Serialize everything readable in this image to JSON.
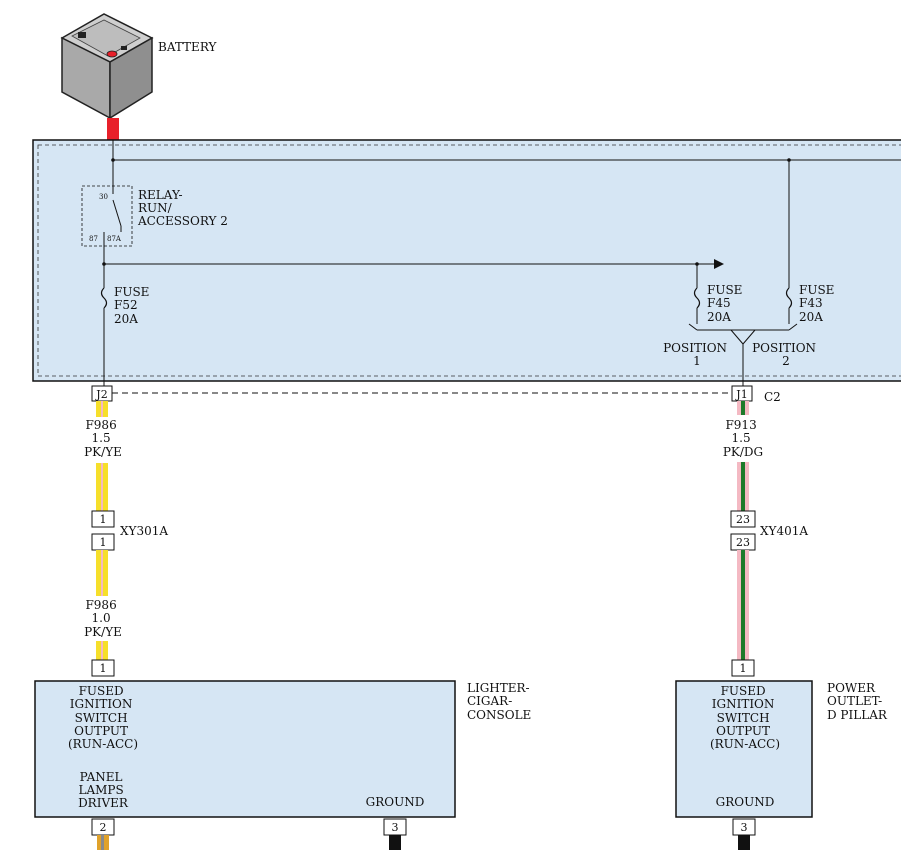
{
  "battery": {
    "label": "BATTERY"
  },
  "relay": {
    "lines": [
      "RELAY-",
      "RUN/",
      "ACCESSORY 2"
    ],
    "pin30": "30",
    "pin87": "87",
    "pin87a": "87A"
  },
  "fuses": {
    "f52": {
      "lines": [
        "FUSE",
        "F52",
        "20A"
      ]
    },
    "f45": {
      "lines": [
        "FUSE",
        "F45",
        "20A"
      ]
    },
    "f43": {
      "lines": [
        "FUSE",
        "F43",
        "20A"
      ]
    }
  },
  "positions": {
    "p1": {
      "lines": [
        "POSITION",
        "1"
      ]
    },
    "p2": {
      "lines": [
        "POSITION",
        "2"
      ]
    }
  },
  "connectors": {
    "j2": "J2",
    "j1": "J1",
    "c2": "C2",
    "xy301a": "XY301A",
    "xy401a": "XY401A"
  },
  "wires": {
    "left_upper": {
      "lines": [
        "F986",
        "1.5",
        "PK/YE"
      ]
    },
    "left_lower": {
      "lines": [
        "F986",
        "1.0",
        "PK/YE"
      ]
    },
    "right_upper": {
      "lines": [
        "F913",
        "1.5",
        "PK/DG"
      ]
    }
  },
  "pins": {
    "xy301_top": "1",
    "xy301_bottom": "1",
    "xy401_top": "23",
    "xy401_bottom": "23",
    "lighter_in": "1",
    "lighter_panel": "2",
    "lighter_ground": "3",
    "power_in": "1",
    "power_ground": "3"
  },
  "lighter": {
    "name": [
      "LIGHTER-",
      "CIGAR-",
      "CONSOLE"
    ],
    "output": [
      "FUSED",
      "IGNITION",
      "SWITCH",
      "OUTPUT",
      "(RUN-ACC)"
    ],
    "panel": [
      "PANEL",
      "LAMPS",
      "DRIVER"
    ],
    "ground": "GROUND"
  },
  "power_outlet": {
    "name": [
      "POWER",
      "OUTLET-",
      "D PILLAR"
    ],
    "output": [
      "FUSED",
      "IGNITION",
      "SWITCH",
      "OUTPUT",
      "(RUN-ACC)"
    ],
    "ground": "GROUND"
  },
  "colors": {
    "panel_fill": "#d6e6f4",
    "battery_red": "#e8202a",
    "wire_yellow": "#f6df2a",
    "wire_pink": "#f4b9c3",
    "wire_green": "#1e7a2a"
  }
}
